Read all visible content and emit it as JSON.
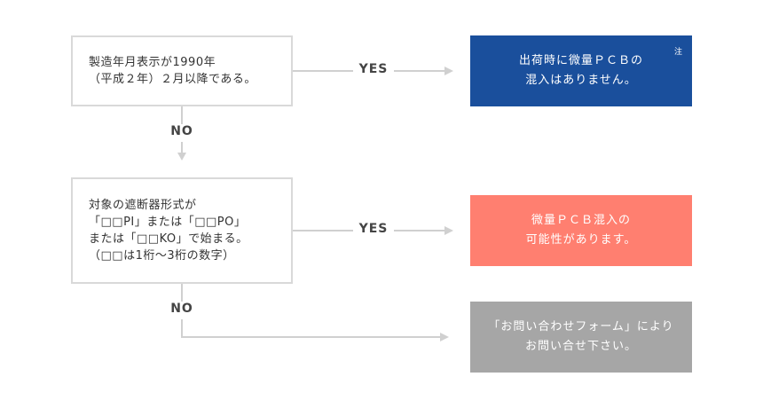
{
  "questions": [
    {
      "lines": [
        "製造年月表示が1990年",
        "（平成２年）２月以降である。"
      ]
    },
    {
      "lines": [
        "対象の遮断器形式が",
        "「□□PI」または「□□PO」",
        "または「□□KO」で始まる。",
        "（□□は1桁〜3桁の数字）"
      ]
    }
  ],
  "results": [
    {
      "lines": [
        "出荷時に微量ＰＣＢの",
        "混入はありません。"
      ],
      "note": "注",
      "color": "#1a4f9c"
    },
    {
      "lines": [
        "微量ＰＣＢ混入の",
        "可能性があります。"
      ],
      "color": "#ff7f70"
    },
    {
      "lines": [
        "「お問い合わせフォーム」により",
        "お問い合せ下さい。"
      ],
      "color": "#a6a6a6"
    }
  ],
  "labels": {
    "yes": "YES",
    "no": "NO"
  },
  "colors": {
    "connector": "#d0d0d0",
    "box_border": "#d9d9d9"
  }
}
